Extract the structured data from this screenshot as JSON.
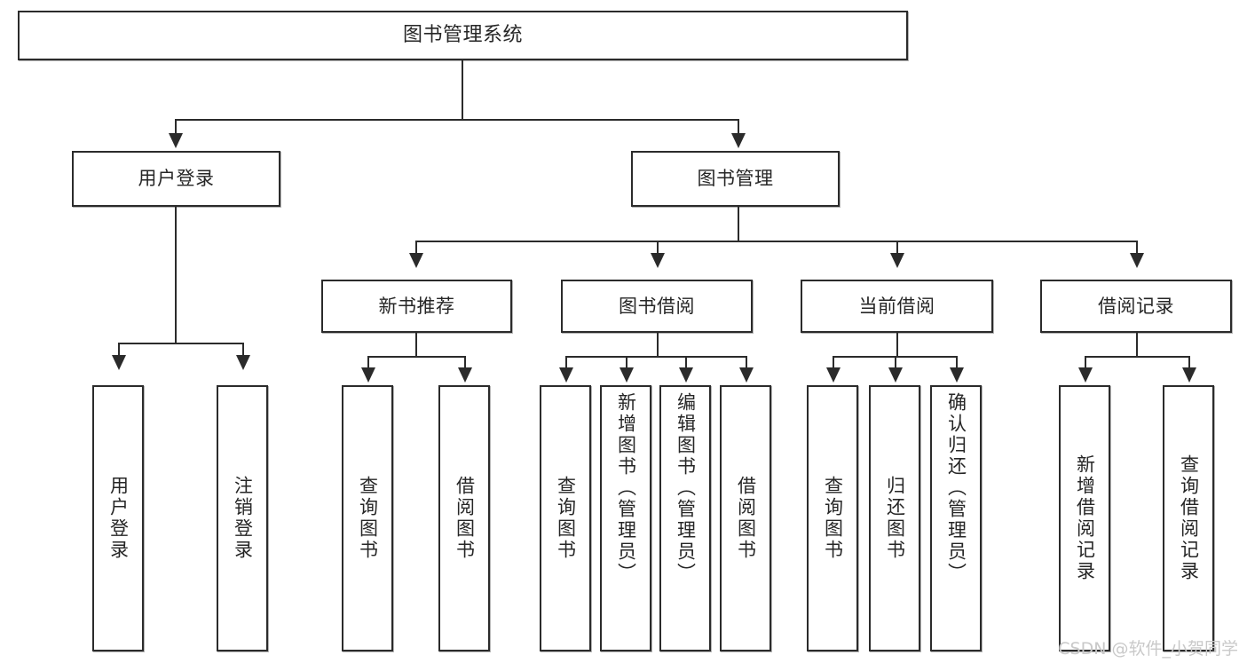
{
  "diagram": {
    "type": "tree-hierarchy-chart",
    "title": "图书管理系统",
    "root": {
      "label": "图书管理系统"
    },
    "level2": [
      {
        "key": "user_login",
        "label": "用户登录"
      },
      {
        "key": "book_management",
        "label": "图书管理"
      }
    ],
    "level3": [
      {
        "key": "new_book_recommend",
        "label": "新书推荐",
        "parent": "book_management"
      },
      {
        "key": "book_borrow",
        "label": "图书借阅",
        "parent": "book_management"
      },
      {
        "key": "current_borrow",
        "label": "当前借阅",
        "parent": "book_management"
      },
      {
        "key": "borrow_record",
        "label": "借阅记录",
        "parent": "book_management"
      }
    ],
    "leaves": {
      "user_login": [
        {
          "label": "用户登录"
        },
        {
          "label": "注销登录"
        }
      ],
      "new_book_recommend": [
        {
          "label": "查询图书"
        },
        {
          "label": "借阅图书"
        }
      ],
      "book_borrow": [
        {
          "label": "查询图书"
        },
        {
          "label": "新增图书（管理员）"
        },
        {
          "label": "编辑图书（管理员）"
        },
        {
          "label": "借阅图书"
        }
      ],
      "current_borrow": [
        {
          "label": "查询图书"
        },
        {
          "label": "归还图书"
        },
        {
          "label": "确认归还（管理员）"
        }
      ],
      "borrow_record": [
        {
          "label": "新增借阅记录"
        },
        {
          "label": "查询借阅记录"
        }
      ]
    }
  },
  "watermark": {
    "text": "CSDN @软件_小贺同学"
  },
  "colors": {
    "stroke": "#2b2b2b",
    "fill": "#ffffff",
    "text": "#262626",
    "watermark": "#c9c9c9"
  }
}
